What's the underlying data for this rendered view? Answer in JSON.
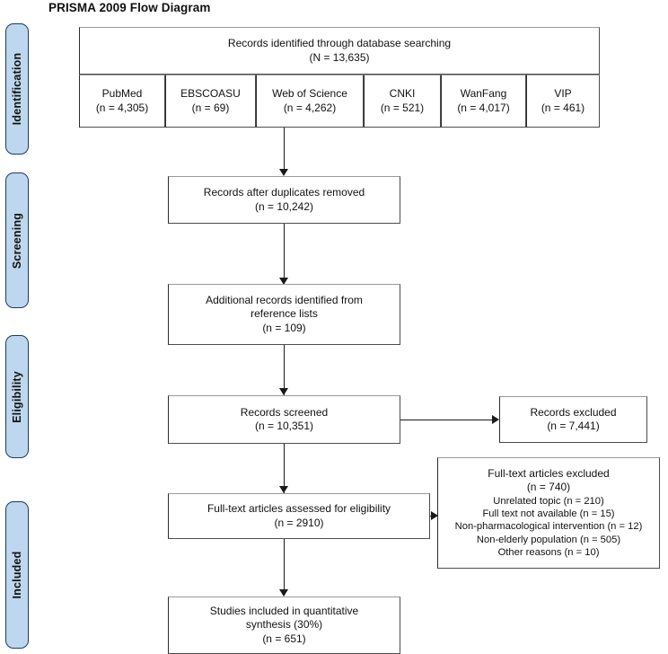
{
  "title": "PRISMA 2009 Flow Diagram",
  "stages": [
    {
      "id": "identification",
      "label": "Identification"
    },
    {
      "id": "screening",
      "label": "Screening"
    },
    {
      "id": "eligibility",
      "label": "Eligibility"
    },
    {
      "id": "included",
      "label": "Included"
    }
  ],
  "chart_data": {
    "type": "diagram",
    "title": "PRISMA 2009 Flow Diagram",
    "stages": [
      "Identification",
      "Screening",
      "Eligibility",
      "Included"
    ],
    "nodes": [
      {
        "id": "database-search",
        "stage": "Identification",
        "label": "Records identified through database searching",
        "count_label": "(N = 13,635)",
        "count": 13635
      },
      {
        "id": "duplicates-removed",
        "stage": "Screening",
        "label": "Records after duplicates removed",
        "count_label": "(n = 10,242)",
        "count": 10242
      },
      {
        "id": "additional-records",
        "stage": "Screening",
        "label": "Additional records identified from reference lists",
        "count_label": "(n = 109)",
        "count": 109
      },
      {
        "id": "records-screened",
        "stage": "Eligibility",
        "label": "Records screened",
        "count_label": "(n = 10,351)",
        "count": 10351
      },
      {
        "id": "records-excluded",
        "stage": "Eligibility",
        "label": "Records excluded",
        "count_label": "(n = 7,441)",
        "count": 7441
      },
      {
        "id": "fulltext-assessed",
        "stage": "Eligibility",
        "label": "Full-text articles assessed for eligibility",
        "count_label": "(n = 2910)",
        "count": 2910
      },
      {
        "id": "fulltext-excluded",
        "stage": "Eligibility",
        "label": "Full-text articles excluded",
        "count_label": "(n = 740)",
        "count": 740
      },
      {
        "id": "studies-included",
        "stage": "Included",
        "label": "Studies included in quantitative synthesis (30%)",
        "count_label": "(n = 651)",
        "count": 651
      }
    ],
    "sources": [
      {
        "name": "PubMed",
        "count_label": "(n = 4,305)",
        "count": 4305
      },
      {
        "name": "EBSCOASU",
        "count_label": "(n = 69)",
        "count": 69
      },
      {
        "name": "Web of Science",
        "count_label": "(n = 4,262)",
        "count": 4262
      },
      {
        "name": "CNKI",
        "count_label": "(n = 521)",
        "count": 521
      },
      {
        "name": "WanFang",
        "count_label": "(n = 4,017)",
        "count": 4017
      },
      {
        "name": "VIP",
        "count_label": "(n = 461)",
        "count": 461
      }
    ],
    "exclusion_reasons": [
      {
        "reason": "Unrelated topic",
        "text": "Unrelated topic (n = 210)",
        "count": 210
      },
      {
        "reason": "Full text not available",
        "text": "Full text not available (n = 15)",
        "count": 15
      },
      {
        "reason": "Non-pharmacological intervention",
        "text": "Non-pharmacological intervention (n = 12)",
        "count": 12
      },
      {
        "reason": "Non-elderly population",
        "text": "Non-elderly population (n = 505)",
        "count": 505
      },
      {
        "reason": "Other reasons",
        "text": "Other reasons (n = 10)",
        "count": 10
      }
    ],
    "colors": {
      "stage_fill": "#bdd7ee",
      "stage_border": "#1f3864",
      "box_border": "#4d4d4d",
      "connector": "#1a1a1a",
      "text": "#111111"
    }
  },
  "boxes": {
    "database_search": {
      "line1": "Records identified through database searching",
      "line2": "(N = 13,635)"
    },
    "duplicates_removed": {
      "line1": "Records after duplicates removed",
      "line2": "(n = 10,242)"
    },
    "additional_records": {
      "line1": "Additional records identified from",
      "line2": "reference lists",
      "line3": "(n = 109)"
    },
    "records_screened": {
      "line1": "Records screened",
      "line2": "(n = 10,351)"
    },
    "records_excluded": {
      "line1": "Records excluded",
      "line2": "(n = 7,441)"
    },
    "fulltext_assessed": {
      "line1": "Full-text articles assessed for eligibility",
      "line2": "(n = 2910)"
    },
    "fulltext_excluded": {
      "line1": "Full-text articles excluded",
      "line2": "(n = 740)",
      "reason1": "Unrelated topic (n = 210)",
      "reason2": "Full text not available (n = 15)",
      "reason3": "Non-pharmacological intervention (n = 12)",
      "reason4": "Non-elderly population (n = 505)",
      "reason5": "Other reasons (n = 10)"
    },
    "studies_included": {
      "line1": "Studies included in quantitative",
      "line2": "synthesis (30%)",
      "line3": "(n = 651)"
    }
  },
  "sources": {
    "s0": {
      "name": "PubMed",
      "count": "(n = 4,305)"
    },
    "s1": {
      "name": "EBSCOASU",
      "count": "(n = 69)"
    },
    "s2": {
      "name": "Web of Science",
      "count": "(n = 4,262)"
    },
    "s3": {
      "name": "CNKI",
      "count": "(n = 521)"
    },
    "s4": {
      "name": "WanFang",
      "count": "(n = 4,017)"
    },
    "s5": {
      "name": "VIP",
      "count": "(n = 461)"
    }
  }
}
